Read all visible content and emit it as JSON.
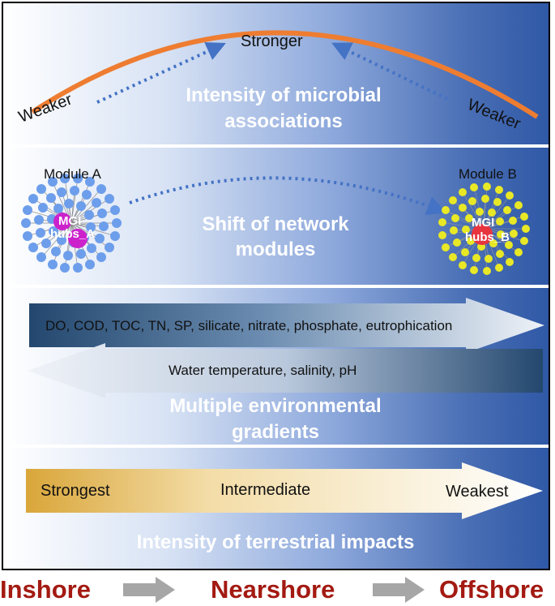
{
  "panel1": {
    "left_label": "Weaker",
    "peak_label": "Stronger",
    "right_label": "Weaker",
    "title_line1": "Intensity of microbial",
    "title_line2": "associations"
  },
  "panel2": {
    "module_a_label": "Module A",
    "module_b_label": "Module B",
    "hub_a_line1": "MGI",
    "hub_a_line2": "hubs_A",
    "hub_b_line1": "MGI",
    "hub_b_line2": "hubs_B",
    "title_line1": "Shift of network",
    "title_line2": "modules"
  },
  "panel3": {
    "arrow_right_text": "DO, COD, TOC, TN, SP, silicate, nitrate, phosphate, eutrophication",
    "arrow_left_text": "Water temperature, salinity, pH",
    "title_line1": "Multiple environmental",
    "title_line2": "gradients"
  },
  "panel4": {
    "strongest": "Strongest",
    "intermediate": "Intermediate",
    "weakest": "Weakest",
    "title": "Intensity of terrestrial impacts"
  },
  "footer": {
    "inshore": "Inshore",
    "nearshore": "Nearshore",
    "offshore": "Offshore"
  },
  "colors": {
    "curve": "#ee7d31",
    "dotted_arrow": "#4472c4",
    "module_a_node": "#6d9eeb",
    "module_a_hub": "#cc22cc",
    "module_b_node": "#e8e826",
    "module_b_hub": "#e8343f",
    "footer_text": "#a31a12",
    "footer_arrow": "#a6a6a6"
  }
}
